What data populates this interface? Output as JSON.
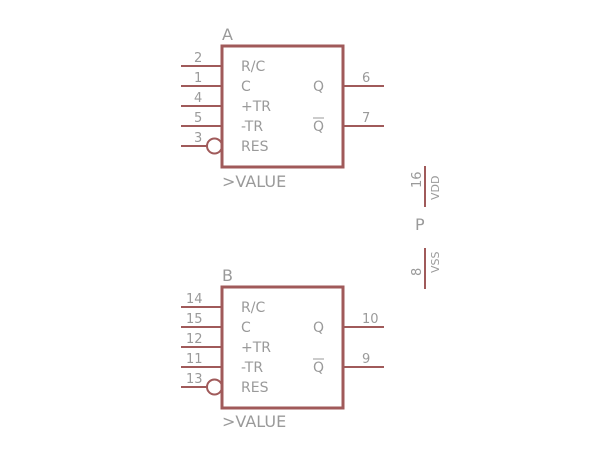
{
  "schematic": {
    "units": [
      {
        "name": "A",
        "value": ">VALUE",
        "left_pins": [
          {
            "num": "2",
            "label": "R/C",
            "bubble": false
          },
          {
            "num": "1",
            "label": "C",
            "bubble": false
          },
          {
            "num": "4",
            "label": "+TR",
            "bubble": false
          },
          {
            "num": "5",
            "label": "-TR",
            "bubble": false
          },
          {
            "num": "3",
            "label": "RES",
            "bubble": true
          }
        ],
        "right_pins": [
          {
            "num": "6",
            "label": "Q",
            "overline": false
          },
          {
            "num": "7",
            "label": "Q",
            "overline": true
          }
        ]
      },
      {
        "name": "B",
        "value": ">VALUE",
        "left_pins": [
          {
            "num": "14",
            "label": "R/C",
            "bubble": false
          },
          {
            "num": "15",
            "label": "C",
            "bubble": false
          },
          {
            "num": "12",
            "label": "+TR",
            "bubble": false
          },
          {
            "num": "11",
            "label": "-TR",
            "bubble": false
          },
          {
            "num": "13",
            "label": "RES",
            "bubble": true
          }
        ],
        "right_pins": [
          {
            "num": "10",
            "label": "Q",
            "overline": false
          },
          {
            "num": "9",
            "label": "Q",
            "overline": true
          }
        ]
      }
    ],
    "power": {
      "name": "P",
      "pins": [
        {
          "num": "16",
          "label": "VDD"
        },
        {
          "num": "8",
          "label": "VSS"
        }
      ]
    },
    "colors": {
      "wire": "#a05a5a",
      "text": "#9a9a9a",
      "background": "#ffffff"
    }
  }
}
